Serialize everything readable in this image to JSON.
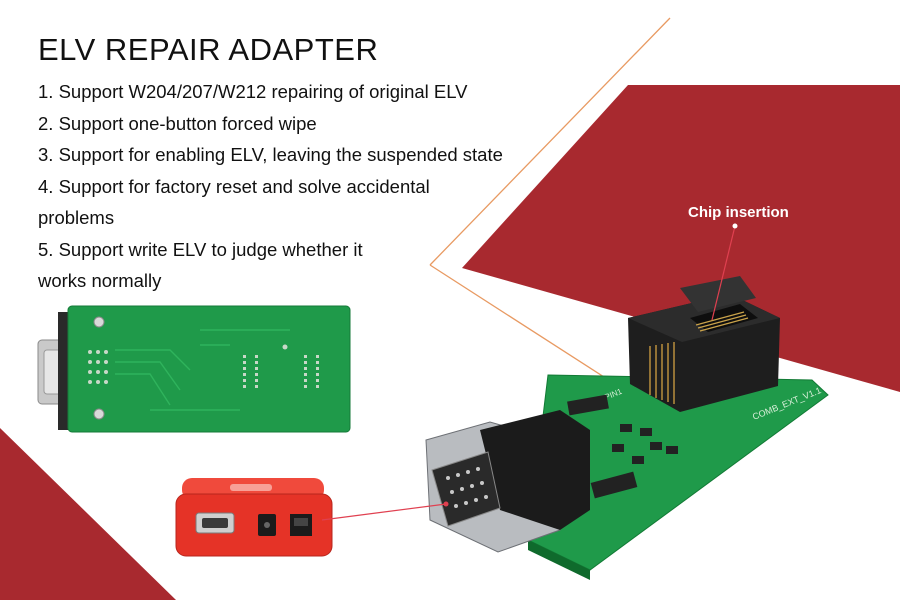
{
  "title": "ELV REPAIR ADAPTER",
  "features": [
    "1. Support W204/207/W212 repairing of original ELV",
    "2. Support one-button forced wipe",
    "3. Support for enabling ELV, leaving the suspended state",
    "4. Support for factory reset and solve accidental problems",
    "5. Support write ELV to judge whether it works normally"
  ],
  "callout": "Chip insertion",
  "pcb_silk": "COMB_EXT_V1.1",
  "pcb_pin": "PIN1",
  "colors": {
    "brand_red": "#a8292f",
    "pcb_green": "#1f9a4a",
    "device_red": "#e53327",
    "line_orange": "#e89a62"
  }
}
